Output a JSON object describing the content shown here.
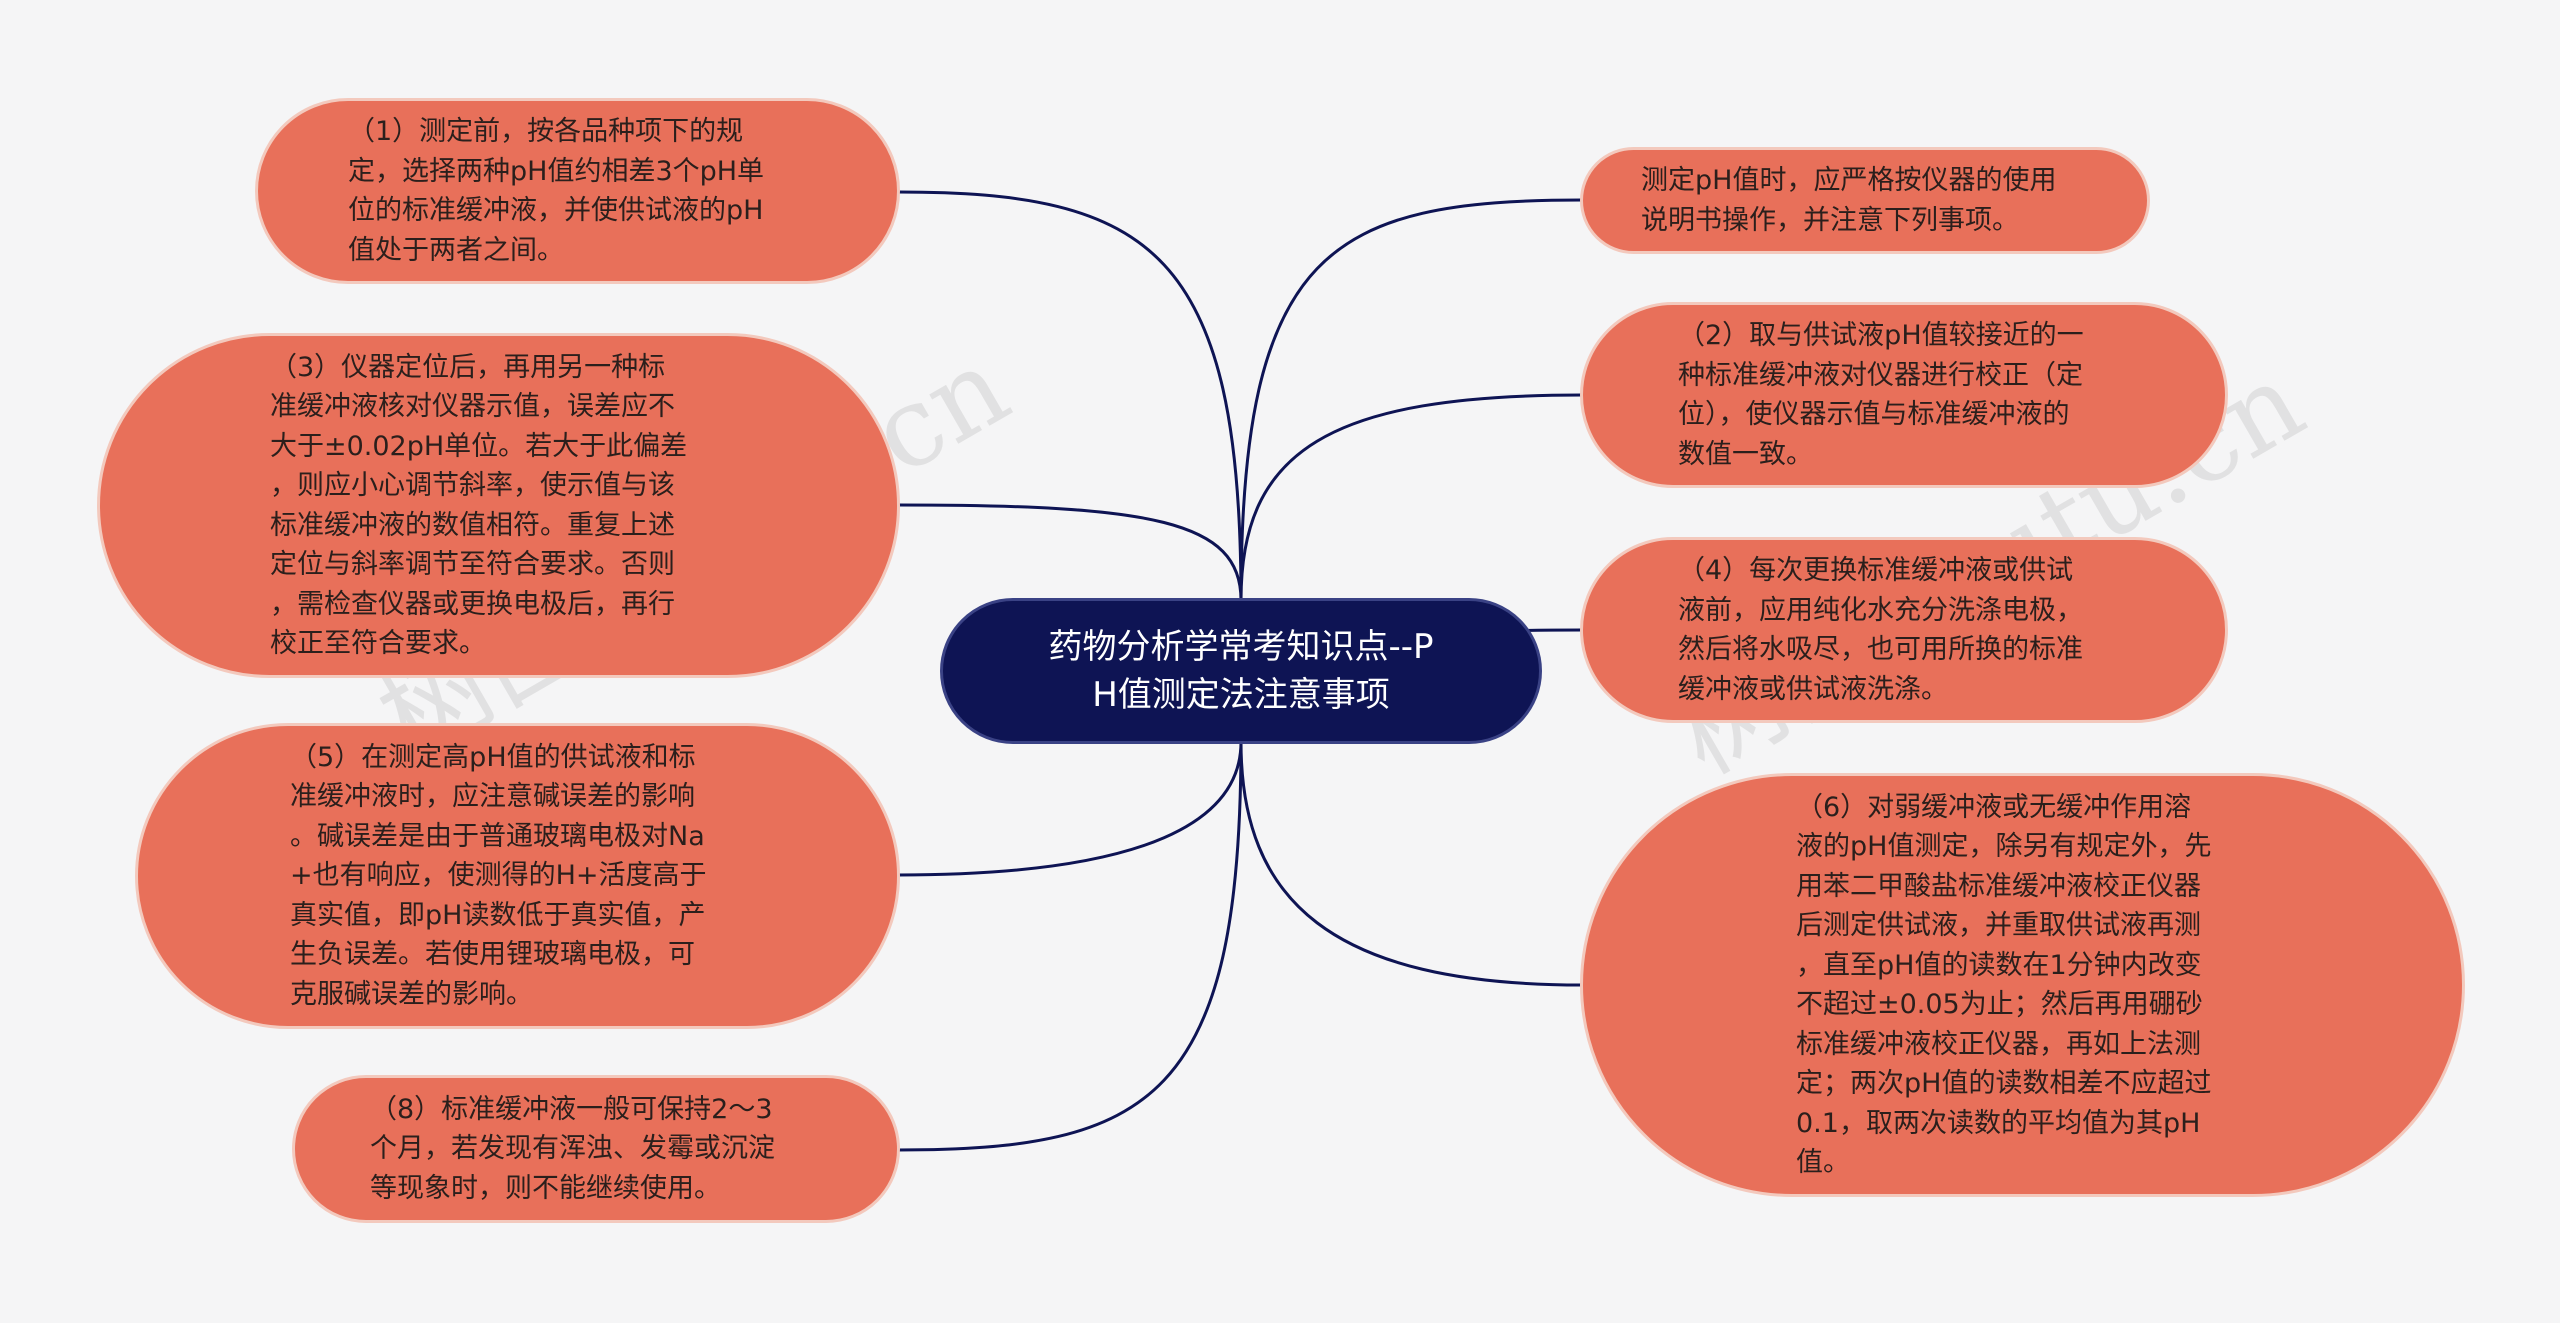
{
  "center": {
    "title": "药物分析学常考知识点--P\nH值测定法注意事项"
  },
  "left_nodes": [
    {
      "id": "n1",
      "text": "（1）测定前，按各品种项下的规\n定，选择两种pH值约相差3个pH单\n位的标准缓冲液，并使供试液的pH\n值处于两者之间。"
    },
    {
      "id": "n3",
      "text": "（3）仪器定位后，再用另一种标\n准缓冲液核对仪器示值，误差应不\n大于±0.02pH单位。若大于此偏差\n，则应小心调节斜率，使示值与该\n标准缓冲液的数值相符。重复上述\n定位与斜率调节至符合要求。否则\n，需检查仪器或更换电极后，再行\n校正至符合要求。"
    },
    {
      "id": "n5",
      "text": "（5）在测定高pH值的供试液和标\n准缓冲液时，应注意碱误差的影响\n。碱误差是由于普通玻璃电极对Na\n+也有响应，使测得的H+活度高于\n真实值，即pH读数低于真实值，产\n生负误差。若使用锂玻璃电极，可\n克服碱误差的影响。"
    },
    {
      "id": "n8",
      "text": "（8）标准缓冲液一般可保持2～3\n个月，若发现有浑浊、发霉或沉淀\n等现象时，则不能继续使用。"
    }
  ],
  "right_nodes": [
    {
      "id": "n0",
      "text": "测定pH值时，应严格按仪器的使用\n说明书操作，并注意下列事项。"
    },
    {
      "id": "n2",
      "text": "（2）取与供试液pH值较接近的一\n种标准缓冲液对仪器进行校正（定\n位），使仪器示值与标准缓冲液的\n数值一致。"
    },
    {
      "id": "n4",
      "text": "（4）每次更换标准缓冲液或供试\n液前，应用纯化水充分洗涤电极，\n然后将水吸尽，也可用所换的标准\n缓冲液或供试液洗涤。"
    },
    {
      "id": "n6",
      "text": "（6）对弱缓冲液或无缓冲作用溶\n液的pH值测定，除另有规定外，先\n用苯二甲酸盐标准缓冲液校正仪器\n后测定供试液，并重取供试液再测\n，直至pH值的读数在1分钟内改变\n不超过±0.05为止；然后再用硼砂\n标准缓冲液校正仪器，再如上法测\n定；两次pH值的读数相差不应超过\n0.1，取两次读数的平均值为其pH\n值。"
    }
  ],
  "watermark": "树图shutu.cn",
  "colors": {
    "background": "#f5f5f6",
    "node_fill": "#e8705a",
    "node_border": "#f3c9bd",
    "center_fill": "#0e1454",
    "link": "#0e1454"
  }
}
